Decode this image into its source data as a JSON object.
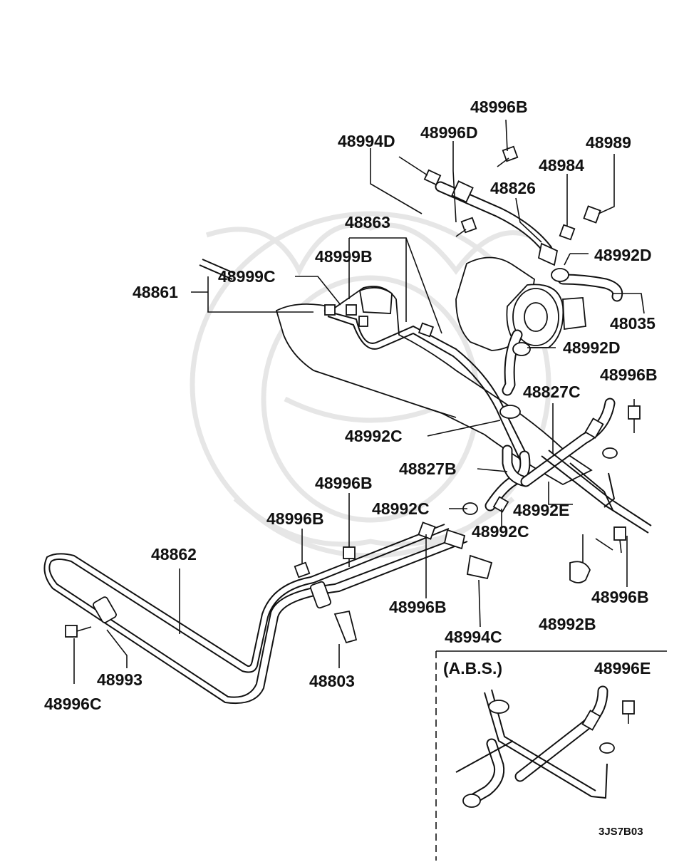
{
  "labels": {
    "l_48996B_top": "48996B",
    "l_48996D": "48996D",
    "l_48994D": "48994D",
    "l_48989": "48989",
    "l_48984": "48984",
    "l_48826": "48826",
    "l_48863": "48863",
    "l_48999B": "48999B",
    "l_48992D_a": "48992D",
    "l_48999C": "48999C",
    "l_48861": "48861",
    "l_48035": "48035",
    "l_48992D_b": "48992D",
    "l_48827C": "48827C",
    "l_48996B_r": "48996B",
    "l_48992C_a": "48992C",
    "l_48827B": "48827B",
    "l_48996B_m": "48996B",
    "l_48992C_b": "48992C",
    "l_48992E": "48992E",
    "l_48996B_l": "48996B",
    "l_48992C_c": "48992C",
    "l_48862": "48862",
    "l_48996B_c": "48996B",
    "l_48992B": "48992B",
    "l_48996B_br": "48996B",
    "l_48994C": "48994C",
    "l_48993": "48993",
    "l_48803": "48803",
    "l_48996C": "48996C",
    "l_abs": "(A.B.S.)",
    "l_48996E": "48996E"
  },
  "diagram_code": "3JS7B03"
}
